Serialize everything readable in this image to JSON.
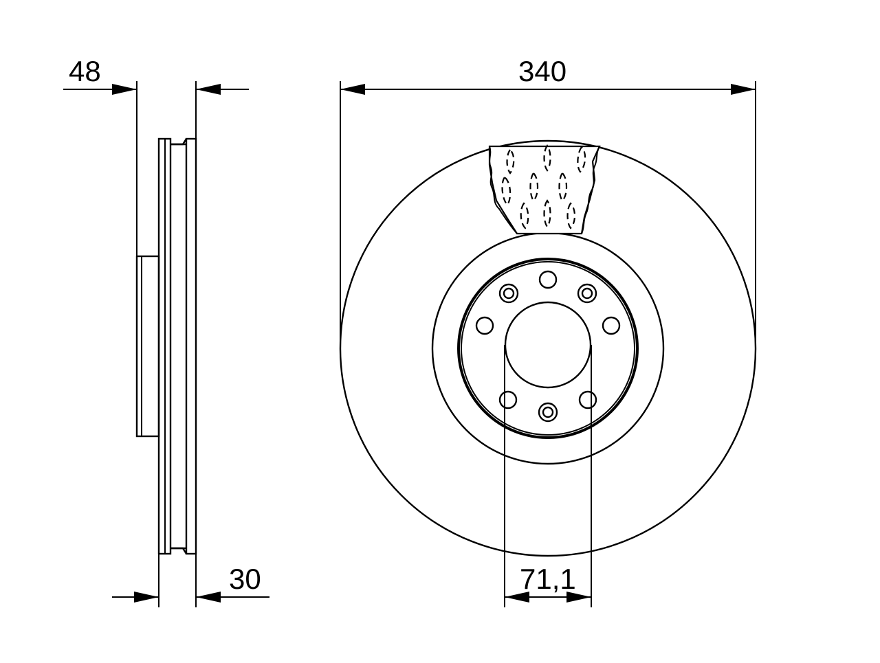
{
  "drawing": {
    "dimensions": {
      "total_thickness": "48",
      "disc_thickness": "30",
      "outer_diameter": "340",
      "center_bore": "71,1"
    },
    "stroke_color": "#000000",
    "background_color": "#ffffff"
  }
}
